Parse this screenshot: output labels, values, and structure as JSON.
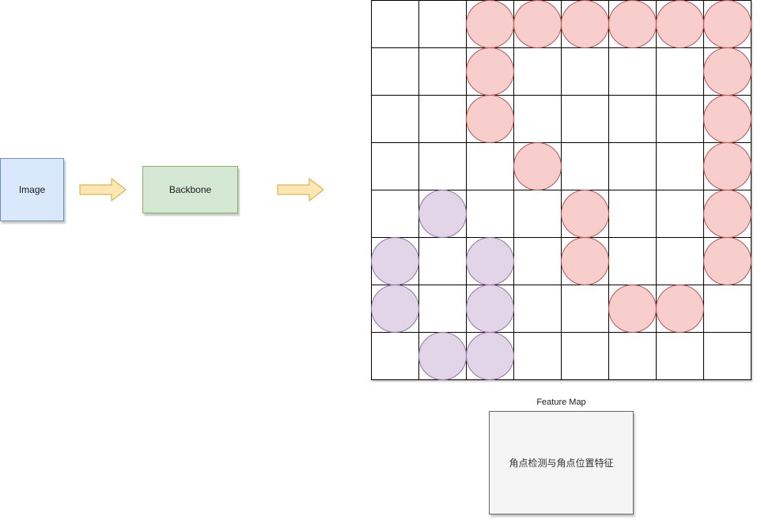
{
  "nodes": {
    "image": {
      "label": "Image"
    },
    "backbone": {
      "label": "Backbone"
    },
    "feature_map": {
      "label": "Feature Map"
    },
    "corner_box": {
      "label": "角点检测与角点位置特征"
    }
  },
  "grid": {
    "rows": 8,
    "cols": 8,
    "red_cells": [
      [
        0,
        2
      ],
      [
        0,
        3
      ],
      [
        0,
        4
      ],
      [
        0,
        5
      ],
      [
        0,
        6
      ],
      [
        0,
        7
      ],
      [
        1,
        2
      ],
      [
        1,
        7
      ],
      [
        2,
        2
      ],
      [
        2,
        7
      ],
      [
        3,
        3
      ],
      [
        3,
        7
      ],
      [
        4,
        4
      ],
      [
        4,
        7
      ],
      [
        5,
        4
      ],
      [
        5,
        7
      ],
      [
        6,
        5
      ],
      [
        6,
        6
      ]
    ],
    "purple_cells": [
      [
        4,
        1
      ],
      [
        5,
        0
      ],
      [
        5,
        2
      ],
      [
        6,
        0
      ],
      [
        6,
        2
      ],
      [
        7,
        1
      ],
      [
        7,
        2
      ]
    ]
  },
  "colors": {
    "red_fill": "#f8cecc",
    "red_stroke": "#b85450",
    "purple_fill": "#e1d5e7",
    "purple_stroke": "#9673a6",
    "arrow_fill": "#ffe6b3",
    "arrow_stroke": "#d6b656",
    "grid_line": "#000000"
  }
}
